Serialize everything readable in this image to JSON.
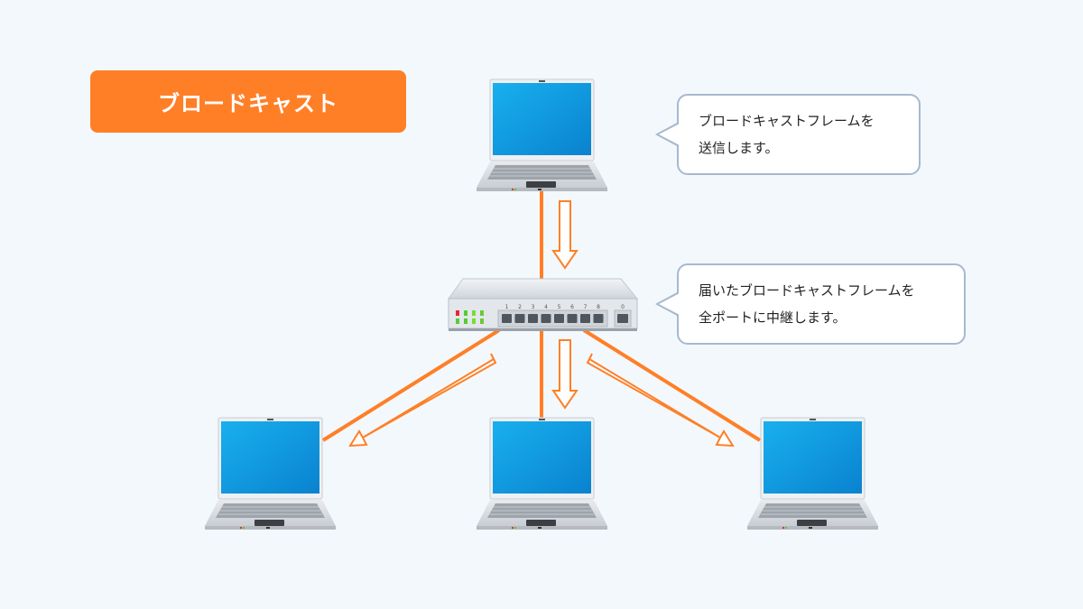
{
  "title": "ブロードキャスト",
  "colors": {
    "accent": "#ff7f27",
    "background": "#f3f8fc",
    "bubble_border": "#a6b9cf",
    "screen": "#0a9ae0"
  },
  "nodes": {
    "sender": {
      "label": "sender-laptop"
    },
    "switch": {
      "label": "network-switch",
      "port_numbers": [
        "1",
        "2",
        "3",
        "4",
        "5",
        "6",
        "7",
        "8"
      ],
      "uplink_port": "0"
    },
    "receivers": [
      {
        "label": "receiver-laptop-left"
      },
      {
        "label": "receiver-laptop-center"
      },
      {
        "label": "receiver-laptop-right"
      }
    ]
  },
  "callouts": {
    "send": {
      "line1": "ブロードキャストフレームを",
      "line2": "送信します。"
    },
    "relay": {
      "line1": "届いたブロードキャストフレームを",
      "line2": "全ポートに中継します。"
    }
  }
}
